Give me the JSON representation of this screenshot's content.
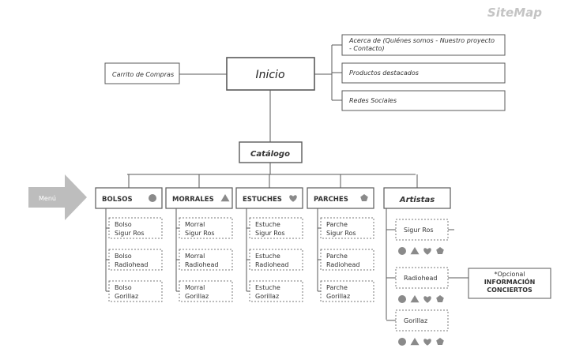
{
  "title": "SiteMap",
  "colors": {
    "line": "#5a5a5a",
    "shape": "#8a8a8a",
    "arrow": "#bdbdbd",
    "text": "#333333"
  },
  "root": "Inicio",
  "left_node": "Carrito de Compras",
  "right_nodes": [
    [
      "Acerca de (Quiénes somos - Nuestro proyecto",
      "- Contacto)"
    ],
    [
      "Productos destacados"
    ],
    [
      "Redes Sociales"
    ]
  ],
  "catalog": "Catálogo",
  "menu_label": "Menú",
  "categories": [
    {
      "label": "BOLSOS",
      "icon": "circle-icon",
      "items": [
        [
          "Bolso",
          "Sigur Ros"
        ],
        [
          "Bolso",
          "Radiohead"
        ],
        [
          "Bolso",
          "Gorillaz"
        ]
      ]
    },
    {
      "label": "MORRALES",
      "icon": "triangle-icon",
      "items": [
        [
          "Morral",
          "Sigur Ros"
        ],
        [
          "Morral",
          "Radiohead"
        ],
        [
          "Morral",
          "Gorillaz"
        ]
      ]
    },
    {
      "label": "ESTUCHES",
      "icon": "heart-icon",
      "items": [
        [
          "Estuche",
          "Sigur Ros"
        ],
        [
          "Estuche",
          "Radiohead"
        ],
        [
          "Estuche",
          "Gorillaz"
        ]
      ]
    },
    {
      "label": "PARCHES",
      "icon": "pentagon-icon",
      "items": [
        [
          "Parche",
          "Sigur Ros"
        ],
        [
          "Parche",
          "Radiohead"
        ],
        [
          "Parche",
          "Gorillaz"
        ]
      ]
    }
  ],
  "artists": {
    "label": "Artistas",
    "items": [
      "Sigur Ros",
      "Radiohead",
      "Gorillaz"
    ],
    "shape_icons": [
      "circle-icon",
      "triangle-icon",
      "heart-icon",
      "pentagon-icon"
    ]
  },
  "note": [
    "*Opcional",
    "INFORMACIÓN",
    "CONCIERTOS"
  ]
}
